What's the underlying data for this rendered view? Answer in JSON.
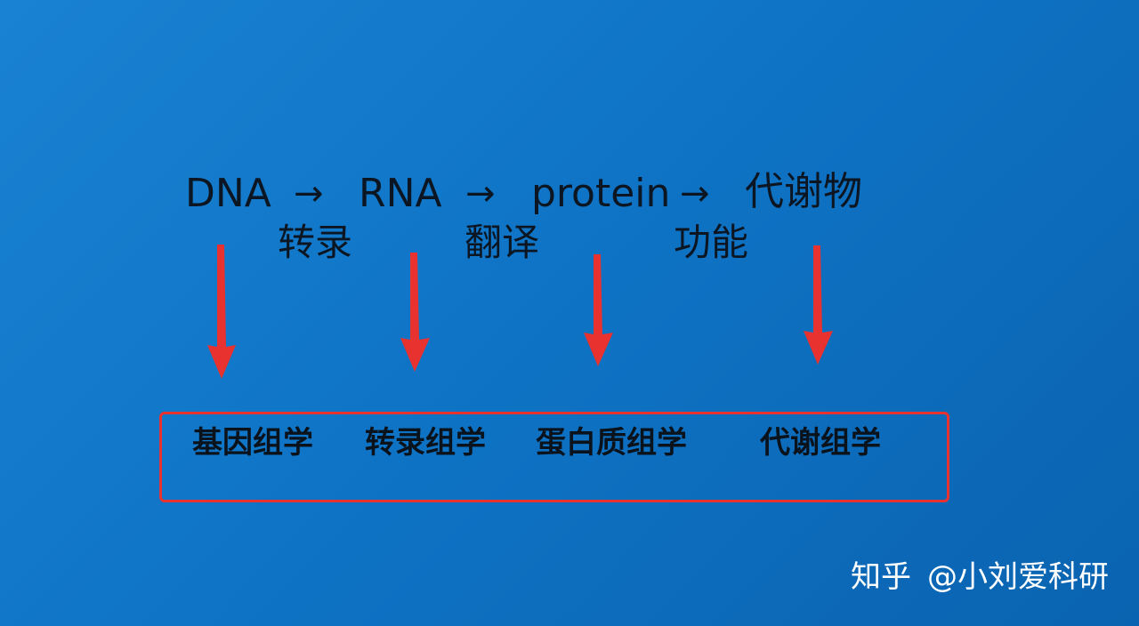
{
  "flow": {
    "terms": [
      "DNA",
      "RNA",
      "protein",
      "代谢物"
    ],
    "arrow_glyph": "→",
    "steps": [
      "转录",
      "翻译",
      "功能"
    ]
  },
  "omics": {
    "labels": [
      "基因组学",
      "转录组学",
      "蛋白质组学",
      "代谢组学"
    ]
  },
  "colors": {
    "background": "#0f74c6",
    "arrow": "#e8322f",
    "box_border": "#e8322f",
    "text": "#0c1622"
  },
  "watermark": {
    "platform": "知乎",
    "author": "@小刘爱科研"
  }
}
